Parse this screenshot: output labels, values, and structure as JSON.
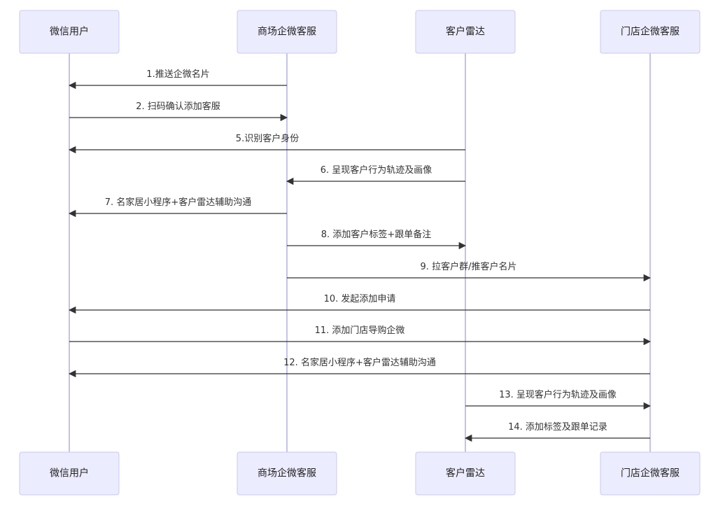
{
  "participants": [
    {
      "id": "wechat_user",
      "label": "微信用户"
    },
    {
      "id": "mall_service",
      "label": "商场企微客服"
    },
    {
      "id": "radar",
      "label": "客户雷达"
    },
    {
      "id": "store_service",
      "label": "门店企微客服"
    }
  ],
  "messages": [
    {
      "from": "mall_service",
      "to": "wechat_user",
      "label": "1.推送企微名片"
    },
    {
      "from": "wechat_user",
      "to": "mall_service",
      "label": "2. 扫码确认添加客服"
    },
    {
      "from": "radar",
      "to": "wechat_user",
      "label": "5.识别客户身份"
    },
    {
      "from": "radar",
      "to": "mall_service",
      "label": "6. 呈现客户行为轨迹及画像"
    },
    {
      "from": "mall_service",
      "to": "wechat_user",
      "label": "7. 名家居小程序+客户雷达辅助沟通"
    },
    {
      "from": "mall_service",
      "to": "radar",
      "label": "8. 添加客户标签+跟单备注"
    },
    {
      "from": "mall_service",
      "to": "store_service",
      "label": "9. 拉客户群/推客户名片"
    },
    {
      "from": "store_service",
      "to": "wechat_user",
      "label": "10. 发起添加申请"
    },
    {
      "from": "wechat_user",
      "to": "store_service",
      "label": "11. 添加门店导购企微"
    },
    {
      "from": "store_service",
      "to": "wechat_user",
      "label": "12. 名家居小程序+客户雷达辅助沟通"
    },
    {
      "from": "radar",
      "to": "store_service",
      "label": "13. 呈现客户行为轨迹及画像"
    },
    {
      "from": "store_service",
      "to": "radar",
      "label": "14. 添加标签及跟单记录"
    }
  ]
}
